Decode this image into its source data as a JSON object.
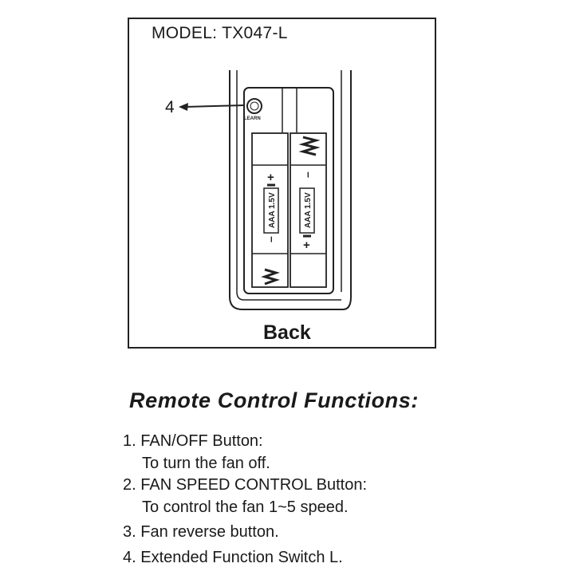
{
  "diagram": {
    "model_label": "MODEL: TX047-L",
    "callout_number": "4",
    "learn_label": "LEARN",
    "battery_label": "AAA 1.5V",
    "plus_sign": "+",
    "minus_sign": "–",
    "view_label": "Back"
  },
  "functions": {
    "title": "Remote Control Functions:",
    "items": [
      {
        "text": "1. FAN/OFF  Button:",
        "desc": "To turn the fan off."
      },
      {
        "text": "2. FAN SPEED CONTROL Button:",
        "desc": "To control the fan 1~5 speed."
      },
      {
        "text": "3. Fan reverse button.",
        "desc": ""
      },
      {
        "text": "4. Extended Function Switch L.",
        "desc": ""
      }
    ]
  }
}
